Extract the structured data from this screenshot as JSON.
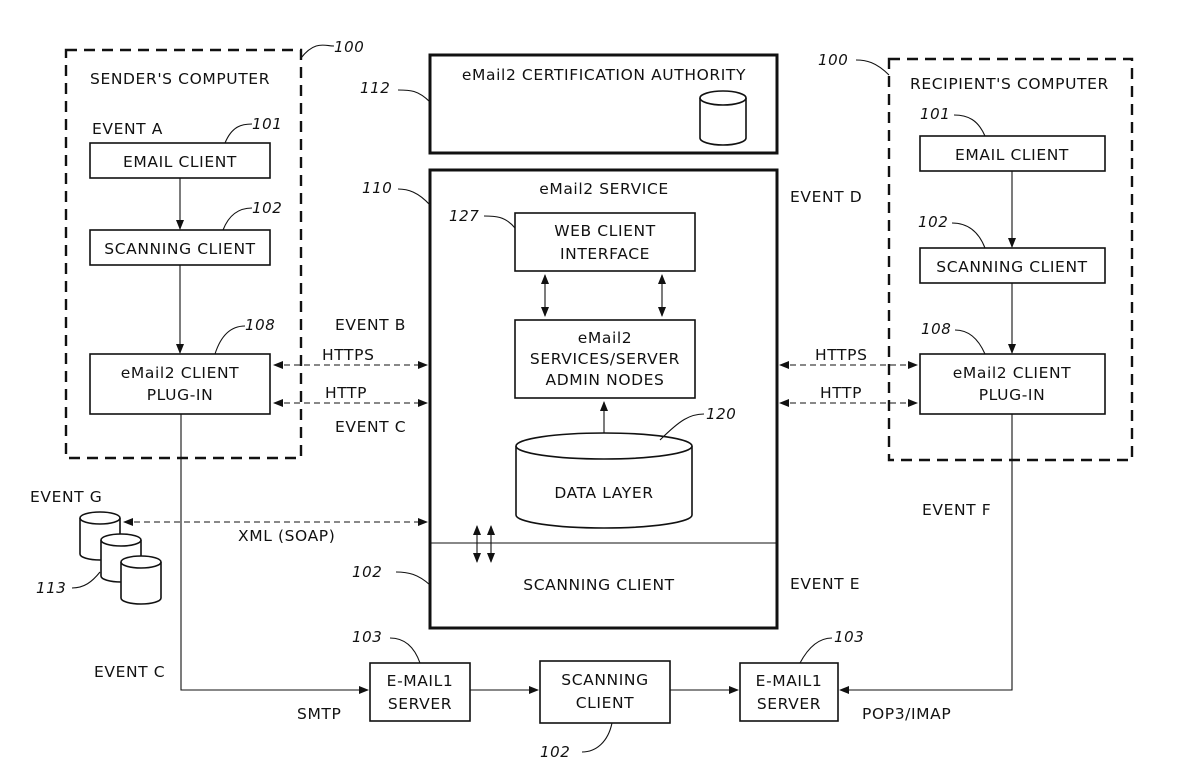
{
  "sender": {
    "title": "SENDER'S COMPUTER",
    "ref": "100",
    "event_a": "EVENT A",
    "email_client": {
      "label": "EMAIL CLIENT",
      "ref": "101"
    },
    "scanning_client": {
      "label": "SCANNING CLIENT",
      "ref": "102"
    },
    "plugin": {
      "line1": "eMail2 CLIENT",
      "line2": "PLUG-IN",
      "ref": "108"
    }
  },
  "recipient": {
    "title": "RECIPIENT'S COMPUTER",
    "ref": "100",
    "email_client": {
      "label": "EMAIL CLIENT",
      "ref": "101"
    },
    "scanning_client": {
      "label": "SCANNING CLIENT",
      "ref": "102"
    },
    "plugin": {
      "line1": "eMail2 CLIENT",
      "line2": "PLUG-IN",
      "ref": "108"
    }
  },
  "certification_authority": {
    "label": "eMail2 CERTIFICATION AUTHORITY",
    "ref": "112"
  },
  "service": {
    "title": "eMail2 SERVICE",
    "ref": "110",
    "web_client": {
      "line1": "WEB CLIENT",
      "line2": "INTERFACE",
      "ref": "127"
    },
    "admin_nodes": {
      "line1": "eMail2",
      "line2": "SERVICES/SERVER",
      "line3": "ADMIN NODES"
    },
    "data_layer": {
      "label": "DATA LAYER",
      "ref": "120"
    },
    "scanning_client": {
      "label": "SCANNING CLIENT",
      "ref": "102"
    }
  },
  "events": {
    "b": "EVENT B",
    "c_top": "EVENT C",
    "c_bottom": "EVENT C",
    "d": "EVENT D",
    "e": "EVENT E",
    "f": "EVENT F",
    "g": "EVENT G"
  },
  "protocols": {
    "https_left": "HTTPS",
    "http_left": "HTTP",
    "https_right": "HTTPS",
    "http_right": "HTTP",
    "xml_soap": "XML (SOAP)",
    "smtp": "SMTP",
    "pop3_imap": "POP3/IMAP"
  },
  "databases": {
    "ref": "113"
  },
  "bottom": {
    "email1_left": {
      "line1": "E-MAIL1",
      "line2": "SERVER",
      "ref": "103"
    },
    "scanning": {
      "line1": "SCANNING",
      "line2": "CLIENT",
      "ref": "102"
    },
    "email1_right": {
      "line1": "E-MAIL1",
      "line2": "SERVER",
      "ref": "103"
    }
  }
}
